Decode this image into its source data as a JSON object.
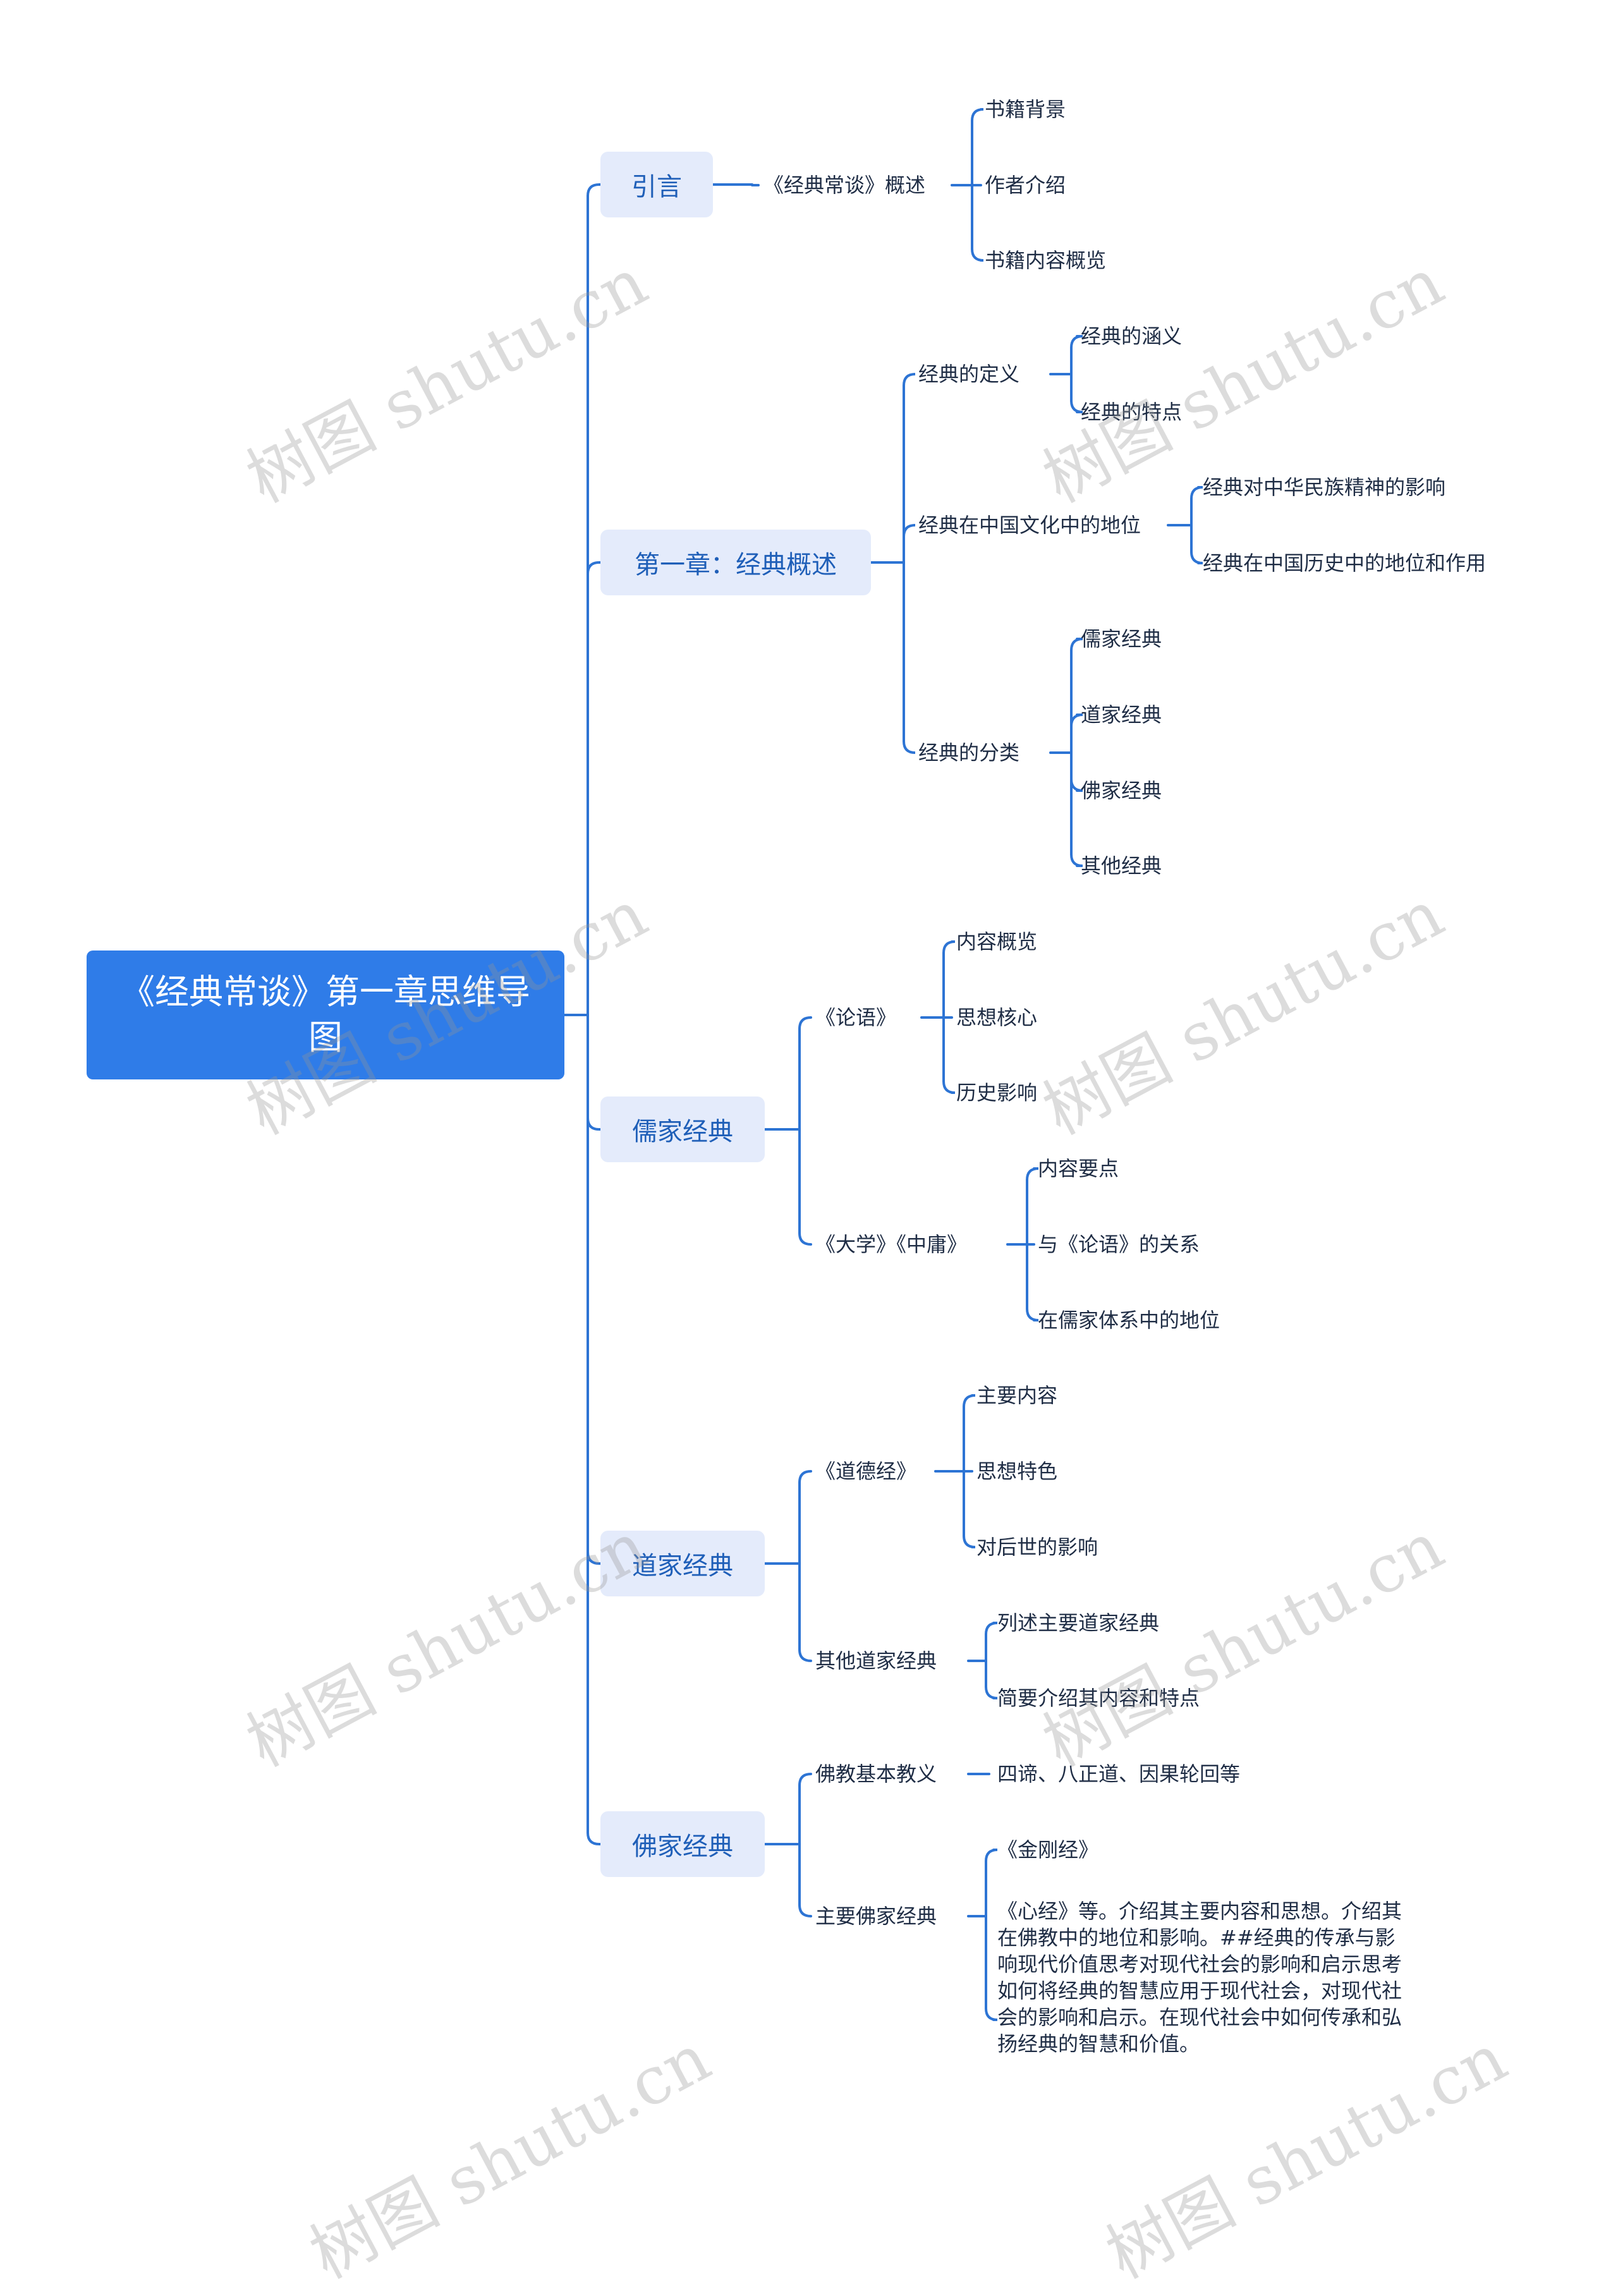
{
  "root": {
    "label": "《经典常谈》第一章思维导图"
  },
  "branches": {
    "b1": {
      "label": "引言"
    },
    "b2": {
      "label": "第一章：经典概述"
    },
    "b3": {
      "label": "儒家经典"
    },
    "b4": {
      "label": "道家经典"
    },
    "b5": {
      "label": "佛家经典"
    }
  },
  "nodes": {
    "n1": "《经典常谈》概述",
    "n1a": "书籍背景",
    "n1b": "作者介绍",
    "n1c": "书籍内容概览",
    "n2": "经典的定义",
    "n2a": "经典的涵义",
    "n2b": "经典的特点",
    "n3": "经典在中国文化中的地位",
    "n3a": "经典对中华民族精神的影响",
    "n3b": "经典在中国历史中的地位和作用",
    "n4": "经典的分类",
    "n4a": "儒家经典",
    "n4b": "道家经典",
    "n4c": "佛家经典",
    "n4d": "其他经典",
    "n5": "《论语》",
    "n5a": "内容概览",
    "n5b": "思想核心",
    "n5c": "历史影响",
    "n6": "《大学》《中庸》",
    "n6a": "内容要点",
    "n6b": "与《论语》的关系",
    "n6c": "在儒家体系中的地位",
    "n7": "《道德经》",
    "n7a": "主要内容",
    "n7b": "思想特色",
    "n7c": "对后世的影响",
    "n8": "其他道家经典",
    "n8a": "列述主要道家经典",
    "n8b": "简要介绍其内容和特点",
    "n9": "佛教基本教义",
    "n9a": "四谛、八正道、因果轮回等",
    "n10": "主要佛家经典",
    "n10a": "《金刚经》",
    "n10b": "《心经》等。介绍其主要内容和思想。介绍其在佛教中的地位和影响。##经典的传承与影响现代价值思考对现代社会的影响和启示思考如何将经典的智慧应用于现代社会，对现代社会的影响和启示。在现代社会中如何传承和弘扬经典的智慧和价值。"
  },
  "watermark": "树图 shutu.cn",
  "colors": {
    "root": "#2f7ce8",
    "branch_bg": "#e4ebfb",
    "branch_text": "#1f5fb8",
    "line": "#2d74d4",
    "text": "#1f2d45"
  }
}
